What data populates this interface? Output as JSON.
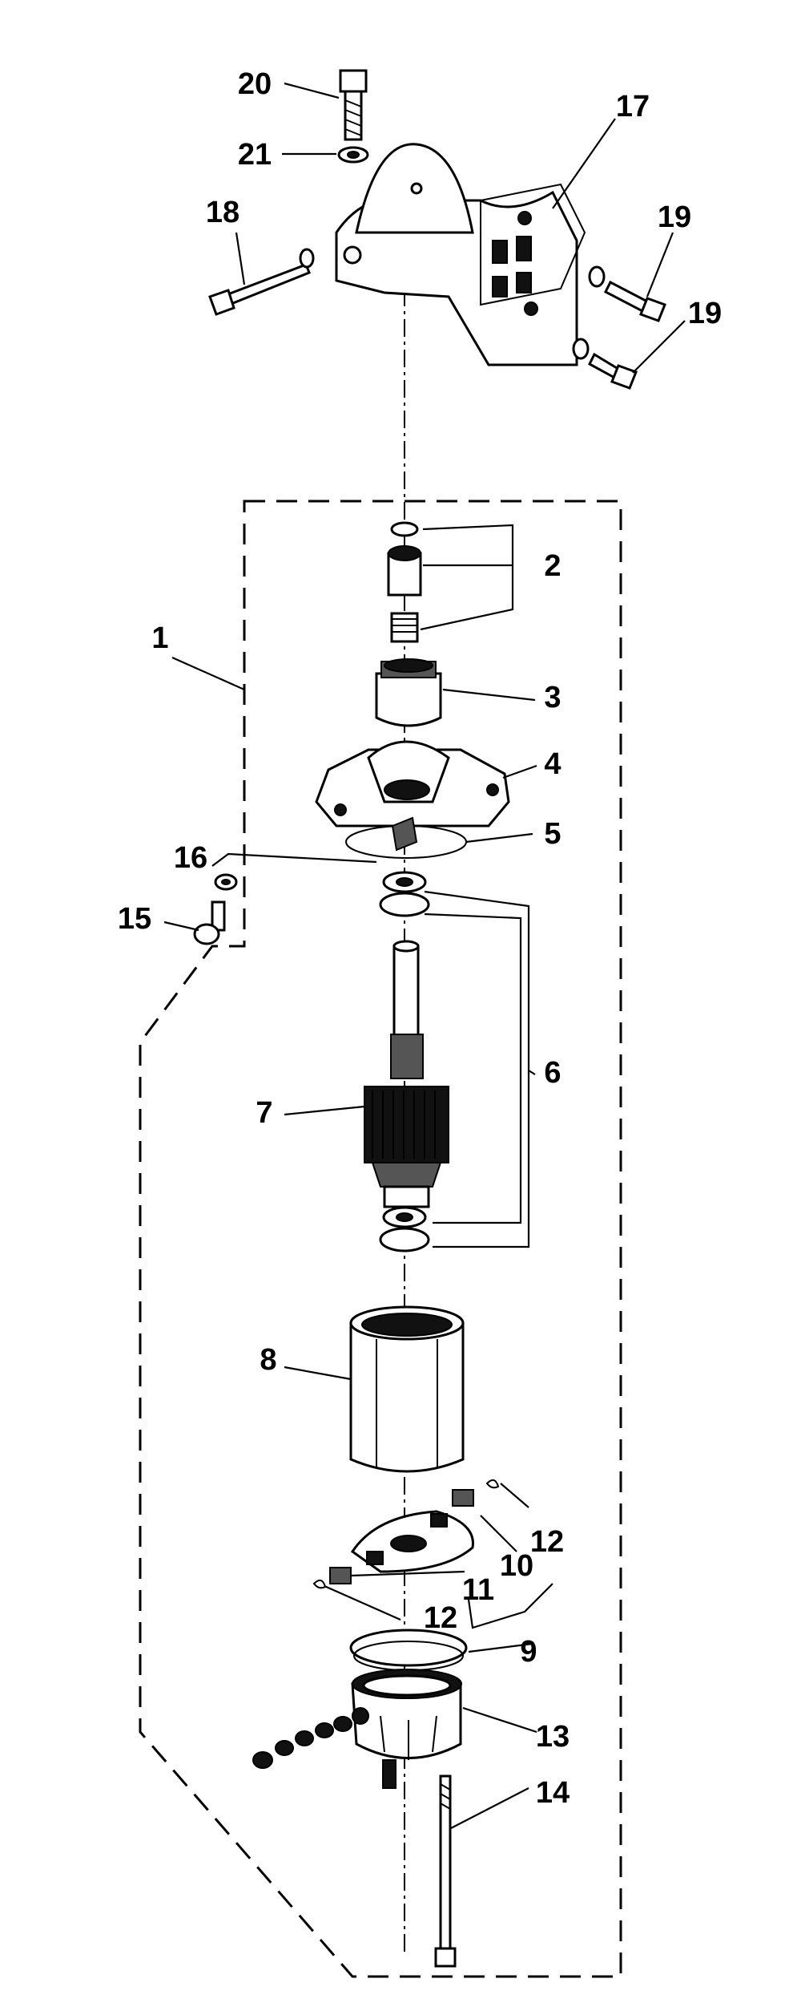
{
  "diagram": {
    "callouts": {
      "c1": "1",
      "c2": "2",
      "c3": "3",
      "c4": "4",
      "c5": "5",
      "c6": "6",
      "c7": "7",
      "c8": "8",
      "c9": "9",
      "c10": "10",
      "c11": "11",
      "c12a": "12",
      "c12b": "12",
      "c13": "13",
      "c14": "14",
      "c15": "15",
      "c16": "16",
      "c17": "17",
      "c18": "18",
      "c19a": "19",
      "c19b": "19",
      "c20": "20",
      "c21": "21"
    },
    "colors": {
      "ink": "#000000",
      "paper": "#ffffff",
      "shade": "#555555"
    }
  }
}
